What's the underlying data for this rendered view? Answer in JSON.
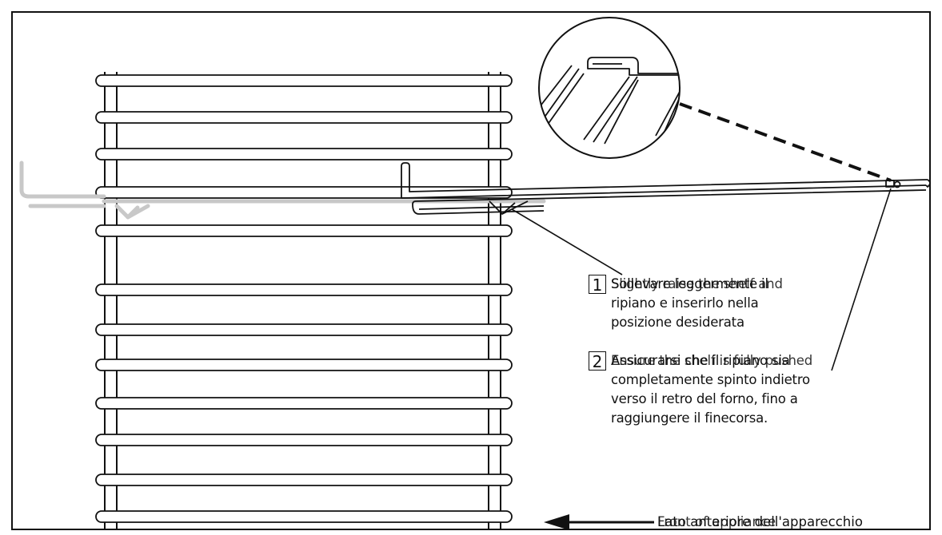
{
  "steps": [
    {
      "number": "1",
      "text": "Sollevare leggermente il\nripiano e inserirlo nella\nposizione desiderata",
      "overlap_text": "Slightly raise the shelf and"
    },
    {
      "number": "2",
      "text": "Assicurarsi che il ripiano sia\ncompletamente spinto indietro\nverso il retro del forno, fino a\nraggiungere il finecorsa.",
      "overlap_text": "Ensure the shelf is fully pushed"
    }
  ],
  "front_label": {
    "text": "Lato anteriore dell'apparecchio",
    "overlap_text": "Front of appliance"
  },
  "colors": {
    "line": "#111111",
    "ghost_shelf": "#c8c8c8",
    "background": "#ffffff"
  },
  "icons": [
    "left-arrow-icon",
    "magnifier-circle"
  ]
}
